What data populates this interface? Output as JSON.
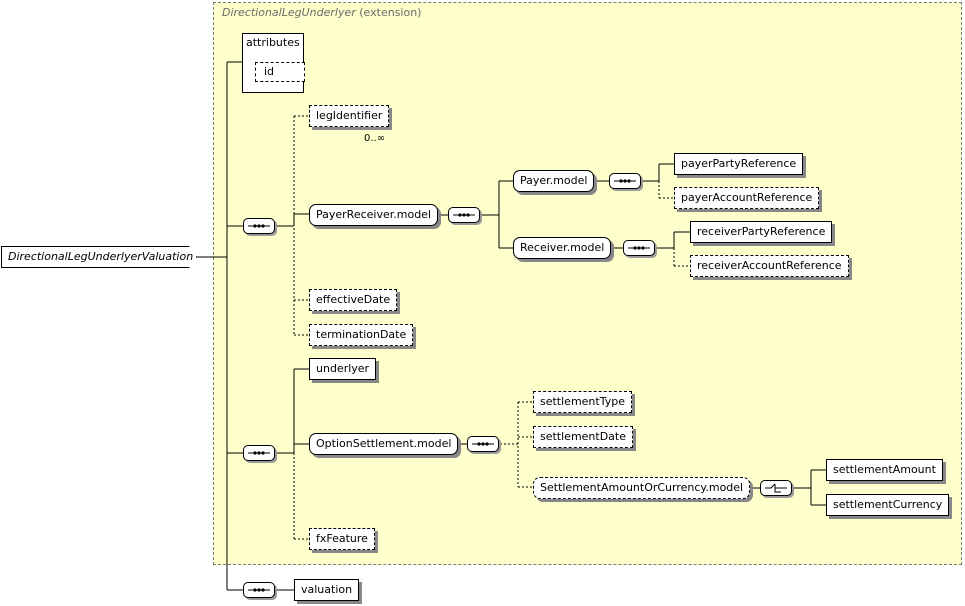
{
  "extension": {
    "type_name": "DirectionalLegUnderlyer",
    "suffix": "(extension)"
  },
  "root": {
    "label": "DirectionalLegUnderlyerValuation"
  },
  "attributes": {
    "title": "attributes",
    "items": [
      "id"
    ]
  },
  "group1": {
    "legIdentifier": "legIdentifier",
    "legIdentifier_occurs": "0..∞",
    "payerReceiver": "PayerReceiver.model",
    "payer_model": "Payer.model",
    "payerPartyReference": "payerPartyReference",
    "payerAccountReference": "payerAccountReference",
    "receiver_model": "Receiver.model",
    "receiverPartyReference": "receiverPartyReference",
    "receiverAccountReference": "receiverAccountReference",
    "effectiveDate": "effectiveDate",
    "terminationDate": "terminationDate"
  },
  "group2": {
    "underlyer": "underlyer",
    "optionSettlement": "OptionSettlement.model",
    "settlementType": "settlementType",
    "settlementDate": "settlementDate",
    "settlementAmountOrCurrency": "SettlementAmountOrCurrency.model",
    "settlementAmount": "settlementAmount",
    "settlementCurrency": "settlementCurrency",
    "fxFeature": "fxFeature"
  },
  "group3": {
    "valuation": "valuation"
  }
}
